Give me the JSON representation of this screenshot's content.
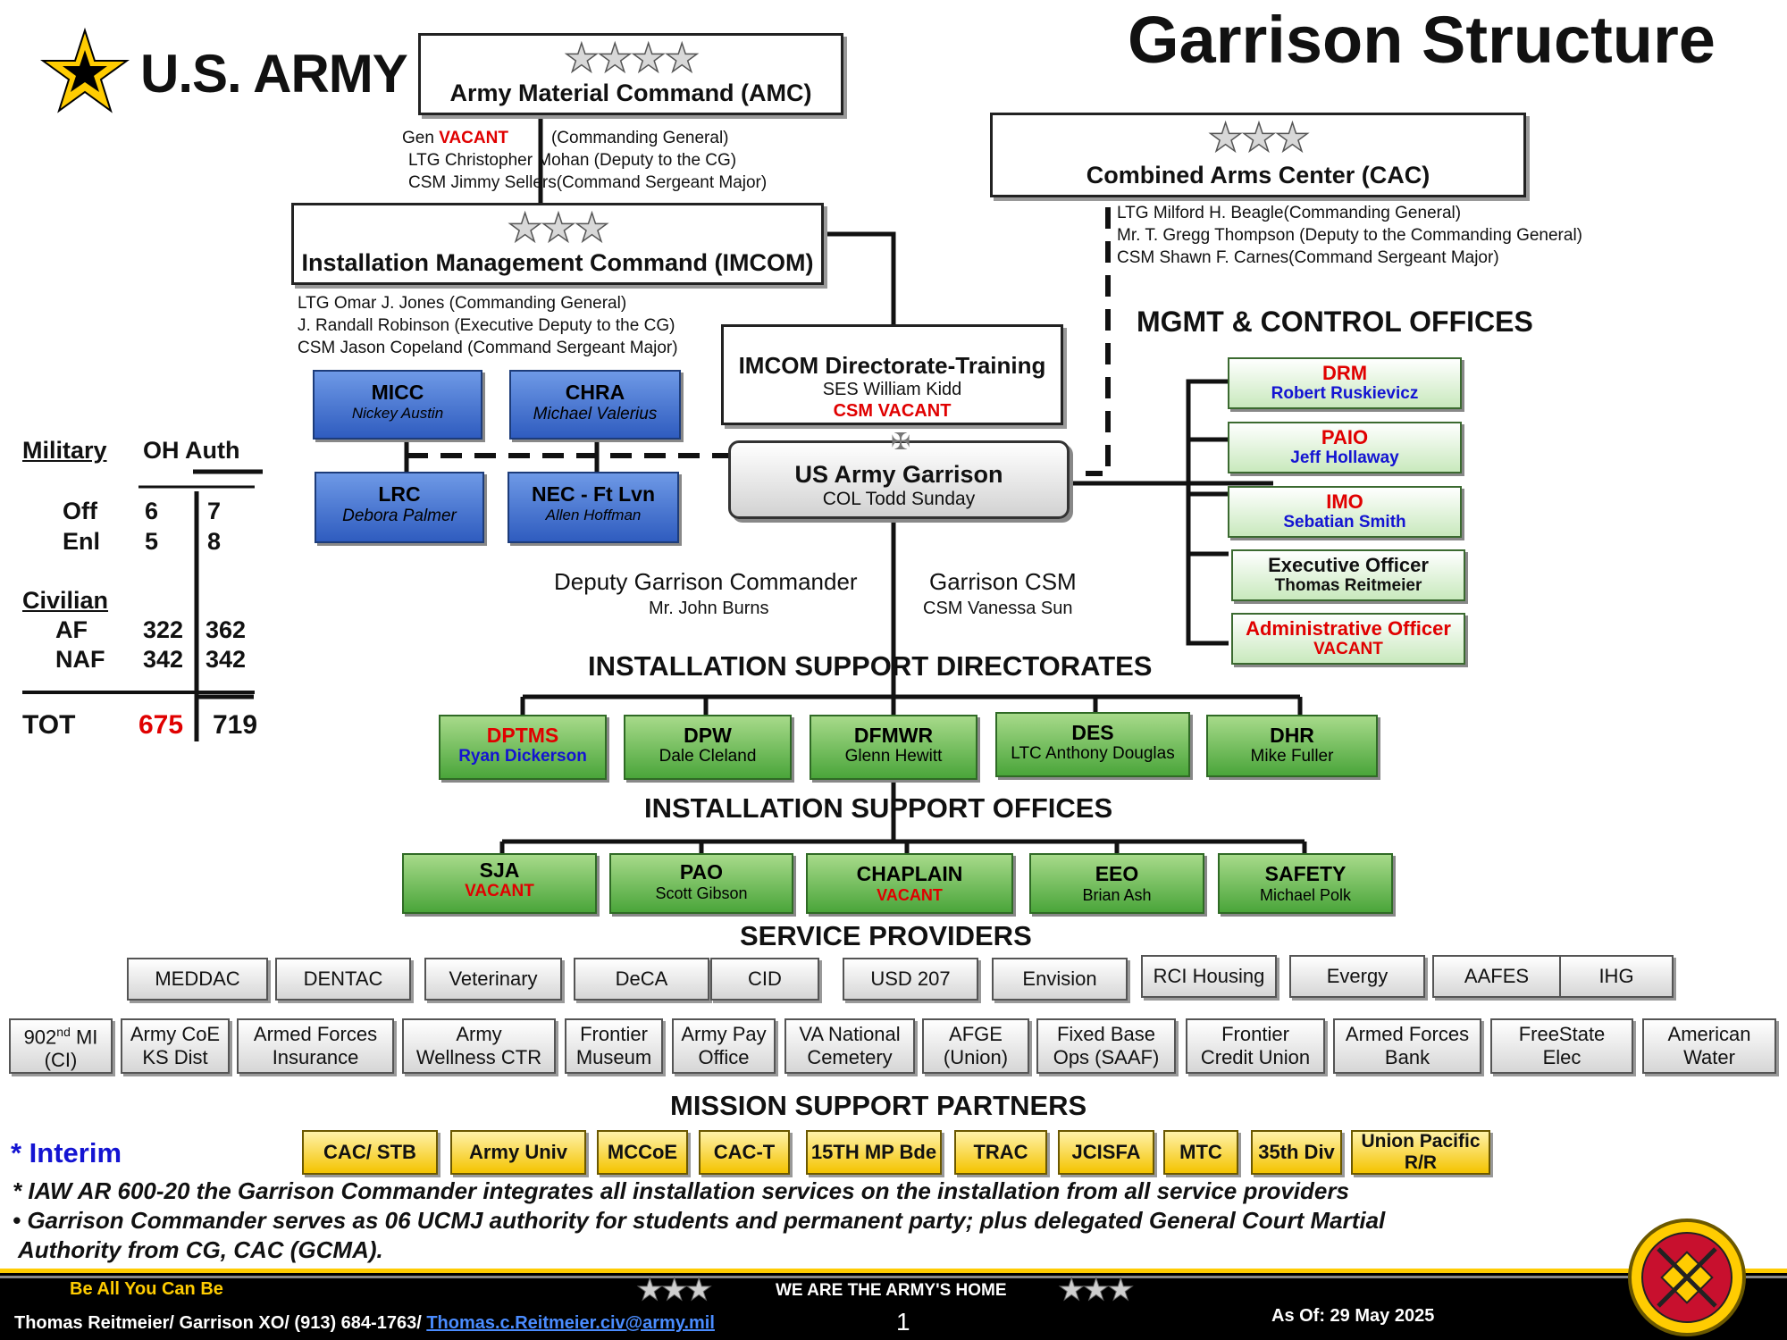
{
  "page_title": "Garrison Structure",
  "logo_text": "U.S. ARMY",
  "amc": {
    "stars": "★★★★",
    "label": "Army Material Command (AMC)",
    "line1_prefix": "Gen ",
    "line1_vacant": "VACANT",
    "line1_role": "(Commanding General)",
    "line2": "LTG Christopher Mohan (Deputy to the CG)",
    "line3": "CSM Jimmy Sellers(Command Sergeant Major)"
  },
  "cac": {
    "stars": "★★★",
    "label": "Combined Arms Center (CAC)",
    "line1": "LTG Milford H. Beagle(Commanding General)",
    "line2": "Mr. T. Gregg Thompson (Deputy to the Commanding General)",
    "line3": "CSM Shawn F. Carnes(Command Sergeant Major)"
  },
  "imcom": {
    "stars": "★★★",
    "label": "Installation Management Command (IMCOM)",
    "line1": "LTG Omar J. Jones  (Commanding General)",
    "line2": "J. Randall Robinson (Executive Deputy to the CG)",
    "line3": "CSM Jason Copeland (Command Sergeant Major)"
  },
  "imcom_training": {
    "title": "IMCOM Directorate-Training",
    "line1": "SES William Kidd",
    "line2": "CSM VACANT"
  },
  "garrison": {
    "title": "US Army Garrison",
    "commander": "COL Todd Sunday",
    "deputy_title": "Deputy Garrison Commander",
    "deputy_name": "Mr. John Burns",
    "csm_title": "Garrison CSM",
    "csm_name": "CSM Vanessa Sun"
  },
  "blue_boxes": [
    {
      "title": "MICC",
      "name": "Nickey Austin"
    },
    {
      "title": "CHRA",
      "name": "Michael Valerius"
    },
    {
      "title": "LRC",
      "name": "Debora Palmer"
    },
    {
      "title": "NEC - Ft Lvn",
      "name": "Allen Hoffman"
    }
  ],
  "mgmt": {
    "heading": "MGMT & CONTROL OFFICES",
    "offices": [
      {
        "title": "DRM",
        "name": "Robert Ruskievicz"
      },
      {
        "title": "PAIO",
        "name": "Jeff Hollaway"
      },
      {
        "title": "IMO",
        "name": "Sebatian Smith"
      },
      {
        "title": "Executive Officer",
        "name": "Thomas Reitmeier"
      },
      {
        "title": "Administrative Officer",
        "name": "VACANT"
      }
    ]
  },
  "stats": {
    "military_label": "Military",
    "oh_auth_label": "OH Auth",
    "off_label": "Off",
    "off_oh": "6",
    "off_auth": "7",
    "enl_label": "Enl",
    "enl_oh": "5",
    "enl_auth": "8",
    "civilian_label": "Civilian",
    "af_label": "AF",
    "af_oh": "322",
    "af_auth": "362",
    "naf_label": "NAF",
    "naf_oh": "342",
    "naf_auth": "342",
    "tot_label": "TOT",
    "tot_oh": "675",
    "tot_auth": "719"
  },
  "directorates": {
    "heading": "INSTALLATION SUPPORT DIRECTORATES",
    "items": [
      {
        "title": "DPTMS",
        "name": "Ryan Dickerson"
      },
      {
        "title": "DPW",
        "name": "Dale Cleland"
      },
      {
        "title": "DFMWR",
        "name": "Glenn Hewitt"
      },
      {
        "title": "DES",
        "name": "LTC Anthony Douglas"
      },
      {
        "title": "DHR",
        "name": "Mike Fuller"
      }
    ]
  },
  "offices": {
    "heading": "INSTALLATION SUPPORT OFFICES",
    "items": [
      {
        "title": "SJA",
        "name": "VACANT"
      },
      {
        "title": "PAO",
        "name": "Scott Gibson"
      },
      {
        "title": "CHAPLAIN",
        "name": "VACANT"
      },
      {
        "title": "EEO",
        "name": "Brian Ash"
      },
      {
        "title": "SAFETY",
        "name": "Michael Polk"
      }
    ]
  },
  "providers": {
    "heading": "SERVICE PROVIDERS",
    "row1": [
      "MEDDAC",
      "DENTAC",
      "Veterinary",
      "DeCA",
      "CID",
      "USD 207",
      "Envision",
      "RCI Housing",
      "Evergy",
      "AAFES",
      "IHG"
    ],
    "row2": [
      {
        "l1": "902",
        "sup": "nd",
        "l1b": " MI",
        "l2": "(CI)"
      },
      {
        "l1": "Army CoE",
        "l2": "KS Dist"
      },
      {
        "l1": "Armed Forces",
        "l2": "Insurance"
      },
      {
        "l1": "Army",
        "l2": "Wellness CTR"
      },
      {
        "l1": "Frontier",
        "l2": "Museum"
      },
      {
        "l1": "Army Pay",
        "l2": "Office"
      },
      {
        "l1": "VA National",
        "l2": "Cemetery"
      },
      {
        "l1": "AFGE",
        "l2": "(Union)"
      },
      {
        "l1": "Fixed Base",
        "l2": "Ops (SAAF)"
      },
      {
        "l1": "Frontier",
        "l2": "Credit Union"
      },
      {
        "l1": "Armed Forces",
        "l2": "Bank"
      },
      {
        "l1": "FreeState",
        "l2": "Elec"
      },
      {
        "l1": "American",
        "l2": "Water"
      }
    ]
  },
  "partners": {
    "heading": "MISSION SUPPORT PARTNERS",
    "items": [
      "CAC/ STB",
      "Army Univ",
      "MCCoE",
      "CAC-T",
      "15TH MP Bde",
      "TRAC",
      "JCISFA",
      "MTC",
      "35th Div",
      "Union Pacific R/R"
    ]
  },
  "notes": {
    "interim": "* Interim",
    "note1": "* IAW AR 600-20 the Garrison Commander integrates all installation services on the installation from all service providers",
    "note2": "•     Garrison Commander serves as 06 UCMJ authority for students and permanent party; plus delegated General Court Martial",
    "note3": "Authority from CG, CAC (GCMA)."
  },
  "footer": {
    "motto": "Be All You Can Be",
    "tagline": "WE ARE THE ARMY'S HOME",
    "contact": "Thomas Reitmeier/ Garrison XO/ (913) 684-1763/ ",
    "email": "Thomas.c.Reitmeier.civ@army.mil",
    "page": "1",
    "as_of": "As Of: 29 May 2025",
    "stars": "★★★"
  },
  "colors": {
    "vacant_red": "#e00000",
    "name_blue": "#1414d2",
    "army_gold": "#ffcc01"
  }
}
